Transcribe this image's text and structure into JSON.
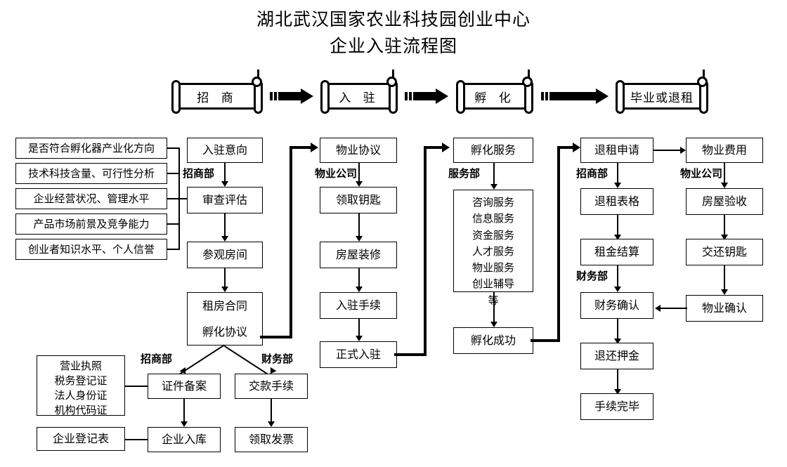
{
  "title": {
    "line1": "湖北武汉国家农业科技园创业中心",
    "line2": "企业入驻流程图"
  },
  "stages": [
    {
      "label": "招 商"
    },
    {
      "label": "入 驻"
    },
    {
      "label": "孵 化"
    },
    {
      "label": "毕业或退租"
    }
  ],
  "criteria": [
    {
      "label": "是否符合孵化器产业化方向"
    },
    {
      "label": "技术科技含量、可行性分析"
    },
    {
      "label": "企业经营状况、管理水平"
    },
    {
      "label": "产品市场前景及竞争能力"
    },
    {
      "label": "创业者知识水平、个人信誉"
    }
  ],
  "col_recruit": {
    "dept": "招商部",
    "nodes": [
      {
        "label": "入驻意向"
      },
      {
        "label": "审查评估"
      },
      {
        "label": "参观房间"
      }
    ],
    "contract": {
      "line1": "租房合同",
      "line2": "孵化协议"
    }
  },
  "col_movein": {
    "dept": "物业公司",
    "nodes": [
      {
        "label": "物业协议"
      },
      {
        "label": "领取钥匙"
      },
      {
        "label": "房屋装修"
      },
      {
        "label": "入驻手续"
      },
      {
        "label": "正式入驻"
      }
    ]
  },
  "col_incubate": {
    "dept": "服务部",
    "head": {
      "label": "孵化服务"
    },
    "services": [
      "咨询服务",
      "信息服务",
      "资金服务",
      "人才服务",
      "物业服务",
      "创业辅导",
      "等"
    ],
    "tail": {
      "label": "孵化成功"
    }
  },
  "col_exit": {
    "dept1": "招商部",
    "dept2": "财务部",
    "nodes": [
      {
        "label": "退租申请"
      },
      {
        "label": "退租表格"
      },
      {
        "label": "租金结算"
      },
      {
        "label": "财务确认"
      },
      {
        "label": "退还押金"
      },
      {
        "label": "手续完毕"
      }
    ]
  },
  "col_property": {
    "dept": "物业公司",
    "nodes": [
      {
        "label": "物业费用"
      },
      {
        "label": "房屋验收"
      },
      {
        "label": "交还钥匙"
      },
      {
        "label": "物业确认"
      }
    ]
  },
  "documents": {
    "certs": [
      "营业执照",
      "税务登记证",
      "法人身份证",
      "机构代码证"
    ],
    "form": "企业登记表"
  },
  "bottom": {
    "dept_left": "招商部",
    "dept_right": "财务部",
    "left": [
      {
        "label": "证件备案"
      },
      {
        "label": "企业入库"
      }
    ],
    "right": [
      {
        "label": "交款手续"
      },
      {
        "label": "领取发票"
      }
    ]
  },
  "colors": {
    "ink": "#000000",
    "paper": "#ffffff"
  }
}
